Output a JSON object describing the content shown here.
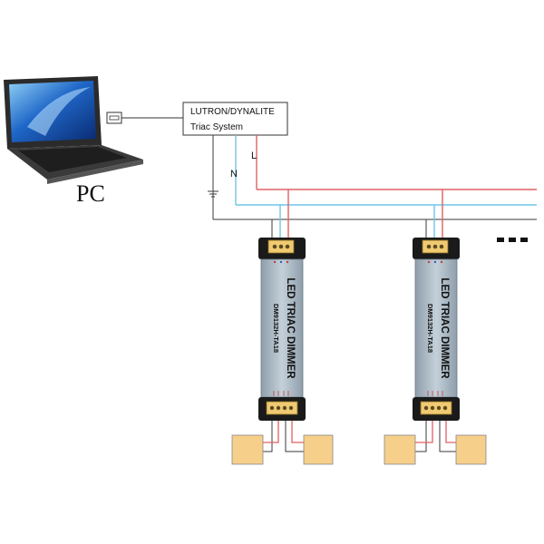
{
  "pc": {
    "label": "PC"
  },
  "control_system": {
    "line1": "LUTRON/DYNALITE",
    "line2": "Triac System"
  },
  "wires": {
    "neutral": "N",
    "live": "L"
  },
  "dimmers": [
    {
      "title": "LED TRIAC DIMMER",
      "model": "DM9132H-TA18"
    },
    {
      "title": "LED TRIAC DIMMER",
      "model": "DM9132H-TA18"
    }
  ],
  "continuation": "...",
  "colors": {
    "live_wire": "#e06060",
    "neutral_wire": "#6ec6e8",
    "ground_wire": "#3a3a3a",
    "dimmer_body": "#a9b8c4",
    "terminal": "#f0ca72",
    "led_panel": "#f6cf8a"
  }
}
